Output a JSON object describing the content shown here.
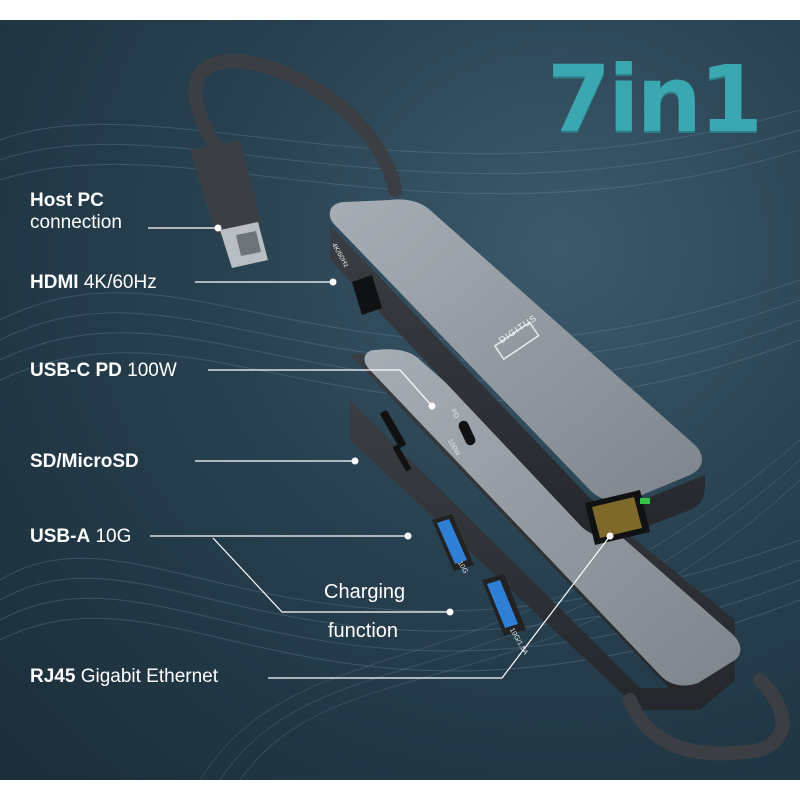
{
  "headline": "7in1",
  "features": [
    {
      "bold": "Host PC",
      "light": "connection"
    },
    {
      "bold": "HDMI",
      "light": "4K/60Hz"
    },
    {
      "bold": "USB-C PD",
      "light": "100W"
    },
    {
      "bold": "SD/MicroSD",
      "light": ""
    },
    {
      "bold": "USB-A",
      "light": "10G"
    },
    {
      "bold": "RJ45",
      "light": "Gigabit Ethernet"
    }
  ],
  "charging_note": {
    "line1": "Charging",
    "line2": "function"
  },
  "device_print": {
    "brand": "DIGITUS",
    "hdmi_port": "4K/60Hz",
    "pd_port": "PD",
    "pd_power": "100W",
    "usba_port_top": "10G",
    "usba_port_bottom": "10G/1.5A"
  },
  "colors": {
    "headline": "#3aa7b1",
    "background": "#27404f",
    "device": "#8e959d"
  }
}
